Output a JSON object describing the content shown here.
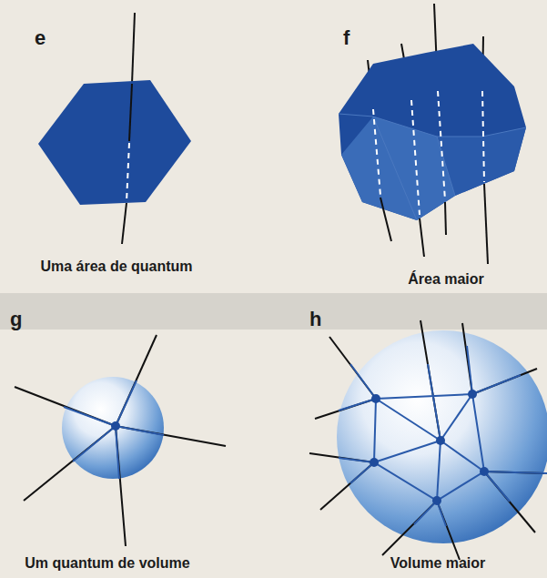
{
  "diagram": {
    "labels": [
      "e",
      "f",
      "Uma área de quantum",
      "Área maior",
      "g",
      "h",
      "Um quantum de volume",
      "Volume maior"
    ]
  }
}
